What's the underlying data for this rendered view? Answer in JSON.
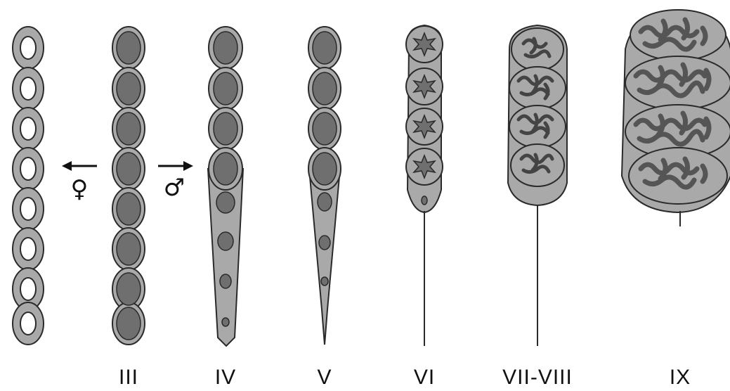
{
  "stages": [
    {
      "label": ""
    },
    {
      "label": "III"
    },
    {
      "label": "IV"
    },
    {
      "label": "V"
    },
    {
      "label": "VI"
    },
    {
      "label": "VII-VIII"
    },
    {
      "label": "IX"
    }
  ],
  "symbols": {
    "female": "♀",
    "male": "♂"
  },
  "colors": {
    "cyst_fill": "#a9a9a9",
    "nucleus_fill": "#6f6f6f",
    "outline": "#2a2a2a",
    "background": "#ffffff"
  }
}
